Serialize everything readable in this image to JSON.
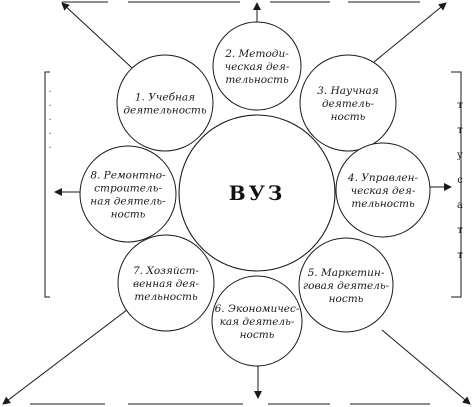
{
  "center": {
    "label": "ВУЗ"
  },
  "activities": [
    {
      "id": 1,
      "lines": [
        "1. Учебная",
        "деятельность"
      ]
    },
    {
      "id": 2,
      "lines": [
        "2. Методи-",
        "ческая дея-",
        "тельность"
      ]
    },
    {
      "id": 3,
      "lines": [
        "3. Научная",
        "деятель-",
        "ность"
      ]
    },
    {
      "id": 4,
      "lines": [
        "4. Управлен-",
        "ческая дея-",
        "тельность"
      ]
    },
    {
      "id": 5,
      "lines": [
        "5. Маркетин-",
        "говая деятель-",
        "ность"
      ]
    },
    {
      "id": 6,
      "lines": [
        "6. Экономичес-",
        "кая деятель-",
        "ность"
      ]
    },
    {
      "id": 7,
      "lines": [
        "7. Хозяйст-",
        "венная дея-",
        "тельность"
      ]
    },
    {
      "id": 8,
      "lines": [
        "8. Ремонтно-",
        "строитель-",
        "ная деятель-",
        "ность"
      ]
    }
  ],
  "right_rail": {
    "letters": [
      "т",
      "т",
      "у",
      "с",
      "а",
      "т",
      "т"
    ]
  },
  "left_rail": {
    "marks": [
      ".",
      ".",
      ".",
      ".",
      "."
    ]
  }
}
